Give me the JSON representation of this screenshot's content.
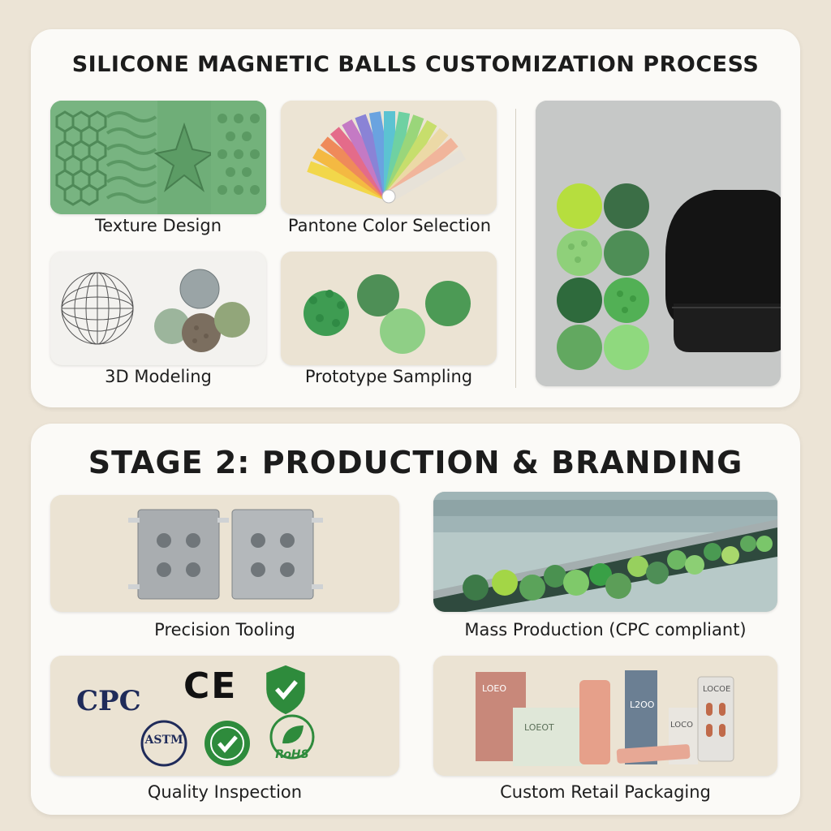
{
  "stage1": {
    "title": "SILICONE MAGNETIC BALLS CUSTOMIZATION PROCESS",
    "steps": [
      {
        "label": "Texture Design",
        "image": "texture-samples-image"
      },
      {
        "label": "Pantone Color Selection",
        "image": "pantone-fan-image"
      },
      {
        "label": "3D Modeling",
        "image": "3d-model-image"
      },
      {
        "label": "Prototype Sampling",
        "image": "prototype-balls-image"
      }
    ],
    "showcase_image": "finished-balls-and-case-image"
  },
  "stage2": {
    "title": "STAGE 2: PRODUCTION & BRANDING",
    "steps": [
      {
        "label": "Precision Tooling",
        "image": "mold-tooling-image"
      },
      {
        "label": "Mass Production (CPC compliant)",
        "image": "conveyor-belt-image"
      },
      {
        "label": "Quality Inspection",
        "image": "certification-logos-image"
      },
      {
        "label": "Custom Retail Packaging",
        "image": "retail-packaging-image"
      }
    ],
    "certifications": [
      "CPC",
      "CE",
      "ASTM",
      "RoHS"
    ],
    "packaging_brand_texts": [
      "LOEO",
      "LOEOT",
      "L2OO",
      "LOCO",
      "LOCOE"
    ]
  },
  "colors": {
    "background": "#ece4d6",
    "panel": "#fbfaf7",
    "silicone_green": "#5e9e64",
    "cpc_navy": "#1f2b5a"
  }
}
